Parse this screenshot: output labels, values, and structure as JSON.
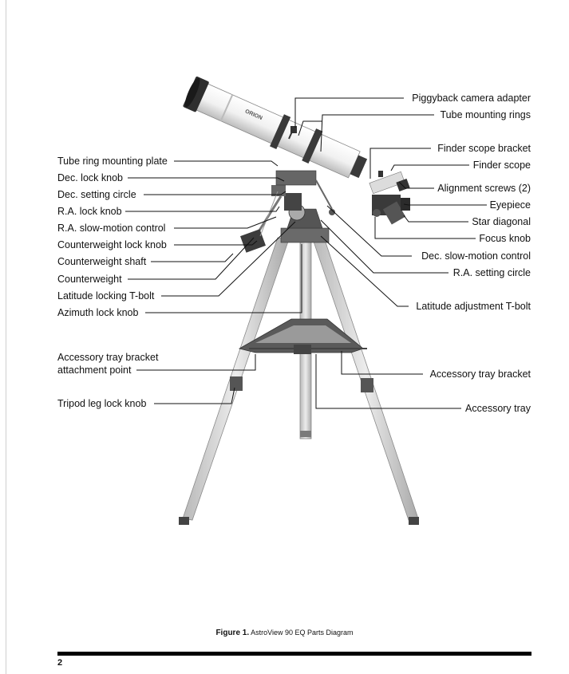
{
  "labels_left": [
    {
      "id": "tube-ring-mounting-plate",
      "text": "Tube ring mounting plate"
    },
    {
      "id": "dec-lock-knob",
      "text": "Dec. lock knob"
    },
    {
      "id": "dec-setting-circle",
      "text": "Dec. setting circle"
    },
    {
      "id": "ra-lock-knob",
      "text": "R.A. lock knob"
    },
    {
      "id": "ra-slow-motion-control",
      "text": "R.A. slow-motion control"
    },
    {
      "id": "counterweight-lock-knob",
      "text": "Counterweight lock knob"
    },
    {
      "id": "counterweight-shaft",
      "text": "Counterweight shaft"
    },
    {
      "id": "counterweight",
      "text": "Counterweight"
    },
    {
      "id": "latitude-locking-t-bolt",
      "text": "Latitude locking T-bolt"
    },
    {
      "id": "azimuth-lock-knob",
      "text": "Azimuth lock knob"
    },
    {
      "id": "accessory-tray-bracket-attachment-line1",
      "text": "Accessory tray bracket"
    },
    {
      "id": "accessory-tray-bracket-attachment-line2",
      "text": "attachment point"
    },
    {
      "id": "tripod-leg-lock-knob",
      "text": "Tripod leg lock knob"
    }
  ],
  "labels_right": [
    {
      "id": "piggyback-camera-adapter",
      "text": "Piggyback camera adapter"
    },
    {
      "id": "tube-mounting-rings",
      "text": "Tube mounting rings"
    },
    {
      "id": "finder-scope-bracket",
      "text": "Finder scope bracket"
    },
    {
      "id": "finder-scope",
      "text": "Finder scope"
    },
    {
      "id": "alignment-screws",
      "text": "Alignment screws (2)"
    },
    {
      "id": "eyepiece",
      "text": "Eyepiece"
    },
    {
      "id": "star-diagonal",
      "text": "Star diagonal"
    },
    {
      "id": "focus-knob",
      "text": "Focus knob"
    },
    {
      "id": "dec-slow-motion-control",
      "text": "Dec. slow-motion control"
    },
    {
      "id": "ra-setting-circle",
      "text": "R.A. setting circle"
    },
    {
      "id": "latitude-adjustment-t-bolt",
      "text": "Latitude adjustment T-bolt"
    },
    {
      "id": "accessory-tray-bracket",
      "text": "Accessory tray bracket"
    },
    {
      "id": "accessory-tray",
      "text": "Accessory tray"
    }
  ],
  "tube_brand": "ORION",
  "caption": {
    "figure": "Figure 1.",
    "text": "AstroView 90 EQ Parts Diagram"
  },
  "page_number": "2"
}
